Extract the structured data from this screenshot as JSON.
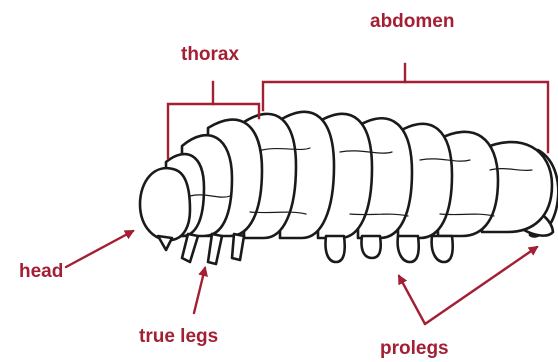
{
  "labels": {
    "abdomen": "abdomen",
    "thorax": "thorax",
    "head": "head",
    "true_legs": "true legs",
    "prolegs": "prolegs"
  },
  "colors": {
    "accent": "#A31F34",
    "outline": "#1A1A1A",
    "body_fill": "#FFFFFF"
  }
}
